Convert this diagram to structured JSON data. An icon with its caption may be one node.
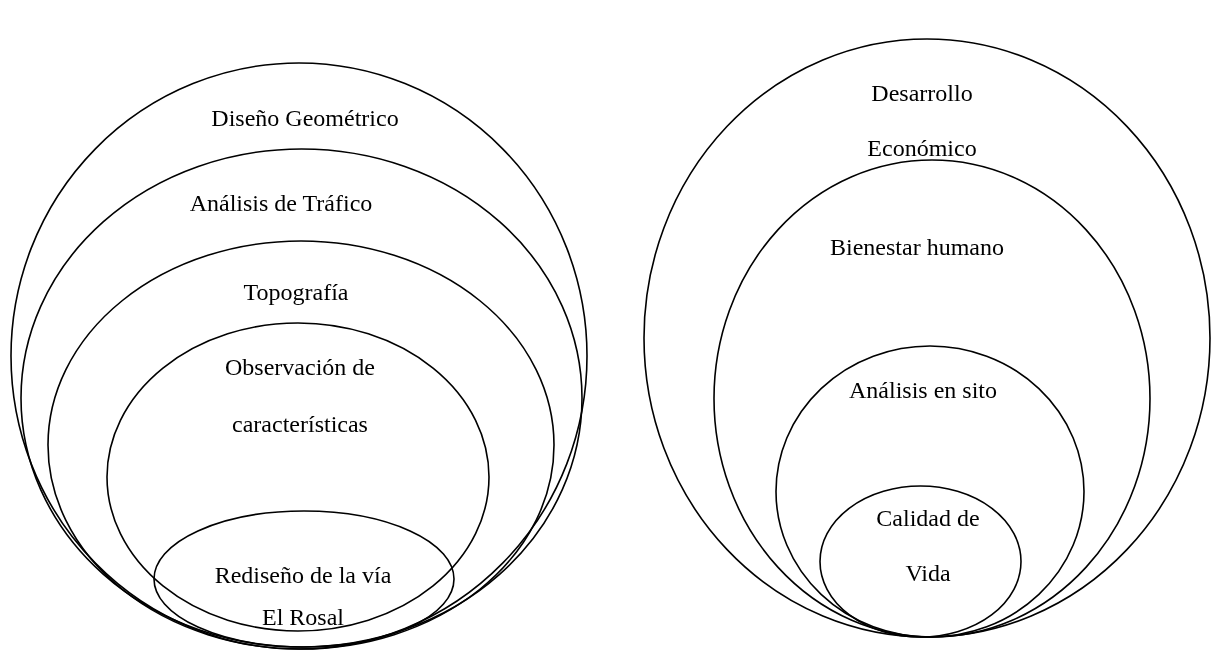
{
  "diagram": {
    "nodes": [
      {
        "text": [
          "Diseño Geométrico"
        ]
      },
      {
        "text": [
          "Análisis de Tráfico"
        ],
        "in": 0
      },
      {
        "text": [
          "Topografía"
        ],
        "in": 1
      },
      {
        "text": [
          "Observación de características"
        ],
        "in": 2
      },
      {
        "text": [
          "Rediseño de la vía El Rosal"
        ],
        "in": 2
      },
      {
        "text": [
          "Desarrollo Económico"
        ]
      },
      {
        "text": [
          "Bienestar humano"
        ],
        "in": 5
      },
      {
        "text": [
          "Análisis en sito"
        ],
        "in": 6
      },
      {
        "text": [
          "Calidad de Vida"
        ],
        "in": 7
      }
    ]
  }
}
